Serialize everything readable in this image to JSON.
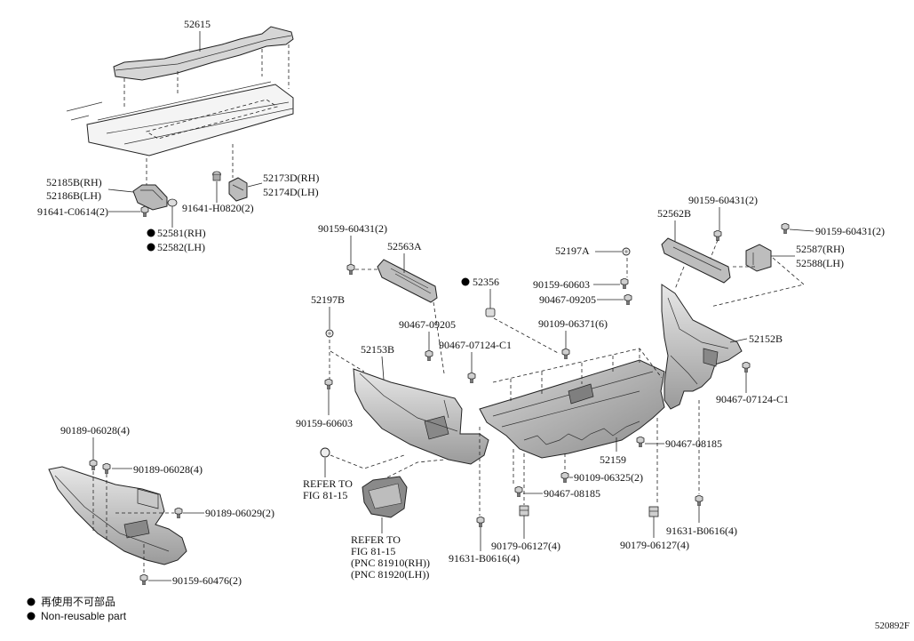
{
  "diagram_id": "520892F",
  "legend": {
    "jp": "再使用不可部品",
    "en": "Non-reusable part"
  },
  "labels": {
    "p52615": "52615",
    "p52185b_rh": "52185B(RH)",
    "p52186b_lh": "52186B(LH)",
    "p91641_c0614": "91641-C0614(2)",
    "p52581_rh": "52581(RH)",
    "p52582_lh": "52582(LH)",
    "p91641_h0820": "91641-H0820(2)",
    "p52173d_rh": "52173D(RH)",
    "p52174d_lh": "52174D(LH)",
    "p90159_60431_a": "90159-60431(2)",
    "p52563a": "52563A",
    "p52197b": "52197B",
    "p52153b": "52153B",
    "p90467_09205_a": "90467-09205",
    "p90467_07124_c1_a": "90467-07124-C1",
    "p90159_60603_a": "90159-60603",
    "p52356": "52356",
    "p52197a": "52197A",
    "p90159_60603_b": "90159-60603",
    "p90467_09205_b": "90467-09205",
    "p90109_06371": "90109-06371(6)",
    "p90159_60431_b": "90159-60431(2)",
    "p52562b": "52562B",
    "p90159_60431_c": "90159-60431(2)",
    "p52587_rh": "52587(RH)",
    "p52588_lh": "52588(LH)",
    "p52152b": "52152B",
    "p90467_07124_c1_b": "90467-07124-C1",
    "p90467_08185_a": "90467-08185",
    "p52159": "52159",
    "p90109_06325": "90109-06325(2)",
    "p90467_08185_b": "90467-08185",
    "p91631_b0616_a": "91631-B0616(4)",
    "p90179_06127_a": "90179-06127(4)",
    "p91631_b0616_b": "91631-B0616(4)",
    "p90179_06127_b": "90179-06127(4)",
    "p90189_06028_a": "90189-06028(4)",
    "p90189_06028_b": "90189-06028(4)",
    "p90189_06029": "90189-06029(2)",
    "p90159_60476": "90159-60476(2)"
  },
  "references": {
    "fog_cap": [
      "REFER TO",
      "FIG 81-15"
    ],
    "fog_lamp": [
      "REFER TO",
      "FIG 81-15",
      "(PNC 81910(RH))",
      "(PNC 81920(LH))"
    ]
  },
  "colors": {
    "line": "#222222",
    "part_fill_light": "#e6e6e6",
    "part_fill_dark": "#9a9a9a",
    "non_reusable_marker": "#000000"
  }
}
